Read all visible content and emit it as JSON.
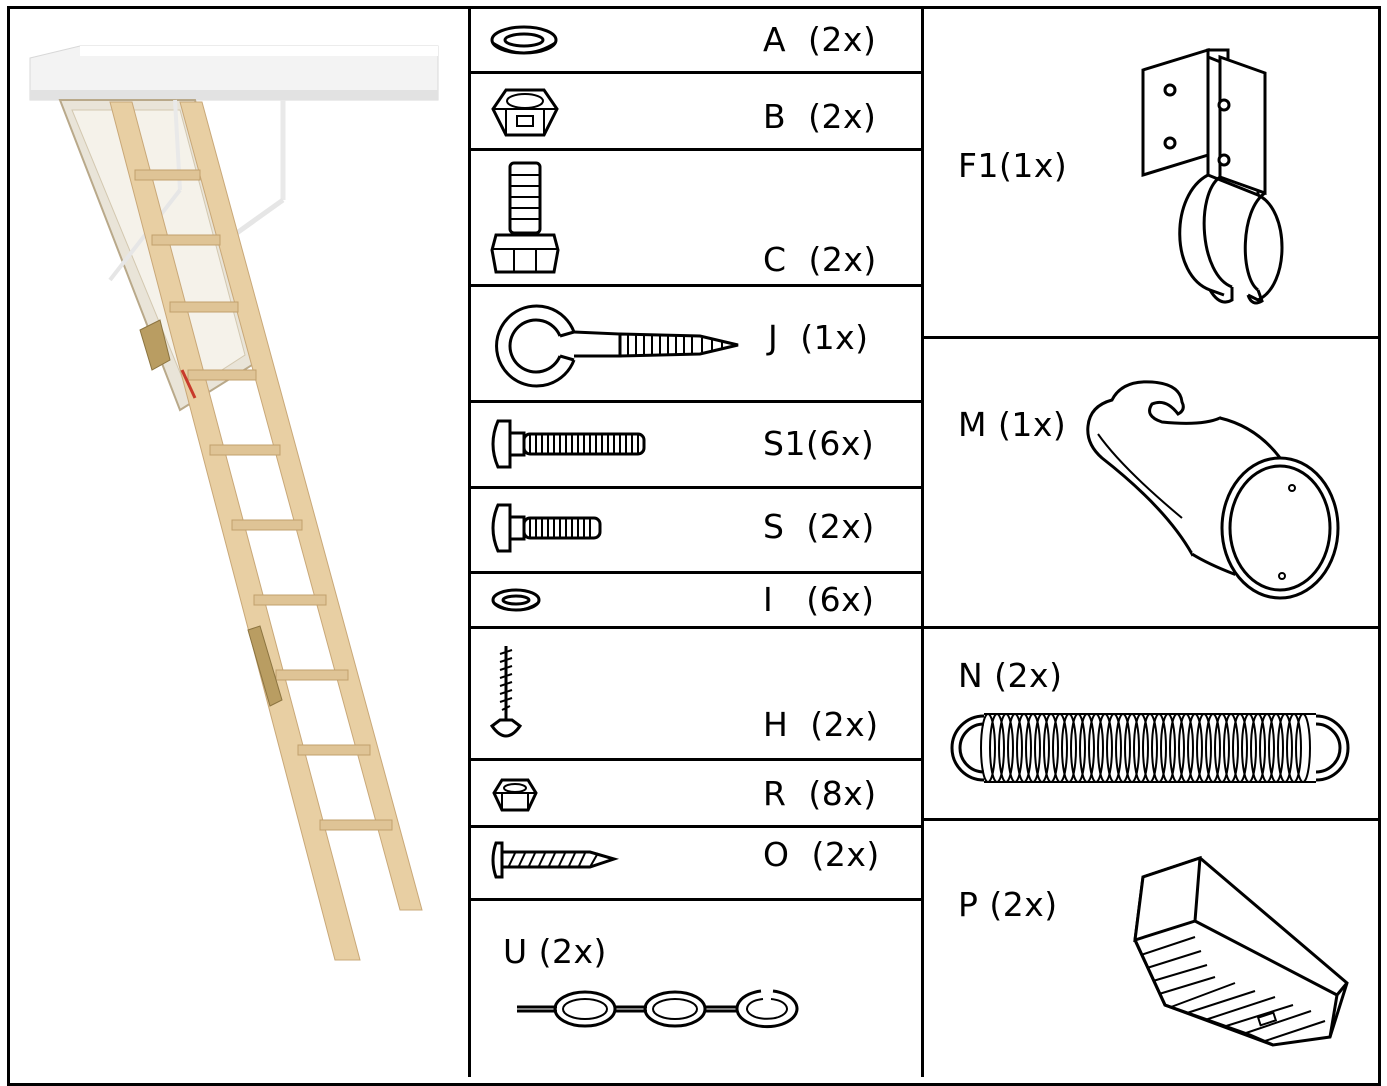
{
  "parts": {
    "A": "A  (2x)",
    "B": "B  (2x)",
    "C": "C  (2x)",
    "J": "J  (1x)",
    "S1": "S1(6x)",
    "S": "S  (2x)",
    "I": "I   (6x)",
    "H": "H  (2x)",
    "R": "R  (8x)",
    "O": "O  (2x)",
    "U": "U (2x)",
    "F1": "F1(1x)",
    "M": "M (1x)",
    "N": "N (2x)",
    "P": "P (2x)"
  },
  "icons": {
    "A": "flat-washer-icon",
    "B": "hex-nut-icon",
    "C": "hex-bolt-icon",
    "J": "eye-screw-icon",
    "S1": "long-carriage-bolt-icon",
    "S": "short-carriage-bolt-icon",
    "I": "small-washer-icon",
    "H": "countersunk-wood-screw-icon",
    "R": "small-hex-nut-icon",
    "O": "pan-head-screw-icon",
    "U": "chain-icon",
    "F1": "pipe-bracket-icon",
    "M": "hook-handle-icon",
    "N": "tension-spring-icon",
    "P": "rubber-foot-icon",
    "ladder": "attic-ladder-photo"
  },
  "colors": {
    "line": "#000000",
    "wood": "#e8cfa3",
    "wood_dark": "#c9a878",
    "ceiling": "#f1f1f1"
  }
}
